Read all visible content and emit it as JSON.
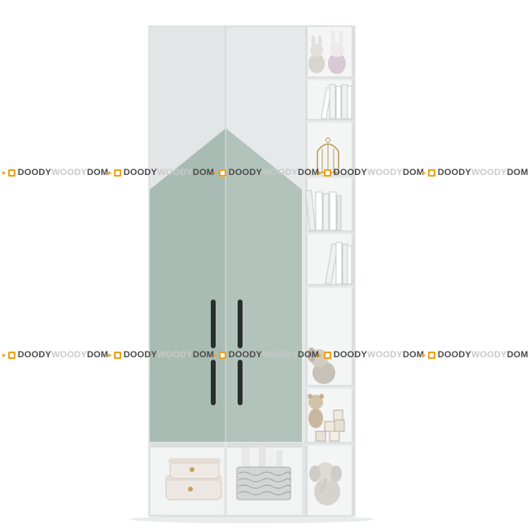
{
  "watermark": {
    "part1": "DOODY",
    "part2": "WOODY",
    "part3": "DOM"
  },
  "colors": {
    "background": "#ffffff",
    "cabinet": "#e6e8e8",
    "cabinet_edge": "#cfd3d3",
    "sage": "#a9bcb4",
    "handle": "#2a2e30",
    "accent": "#f0a21c"
  },
  "icons": [
    "watermark-logo-icon",
    "arrow-icon"
  ]
}
